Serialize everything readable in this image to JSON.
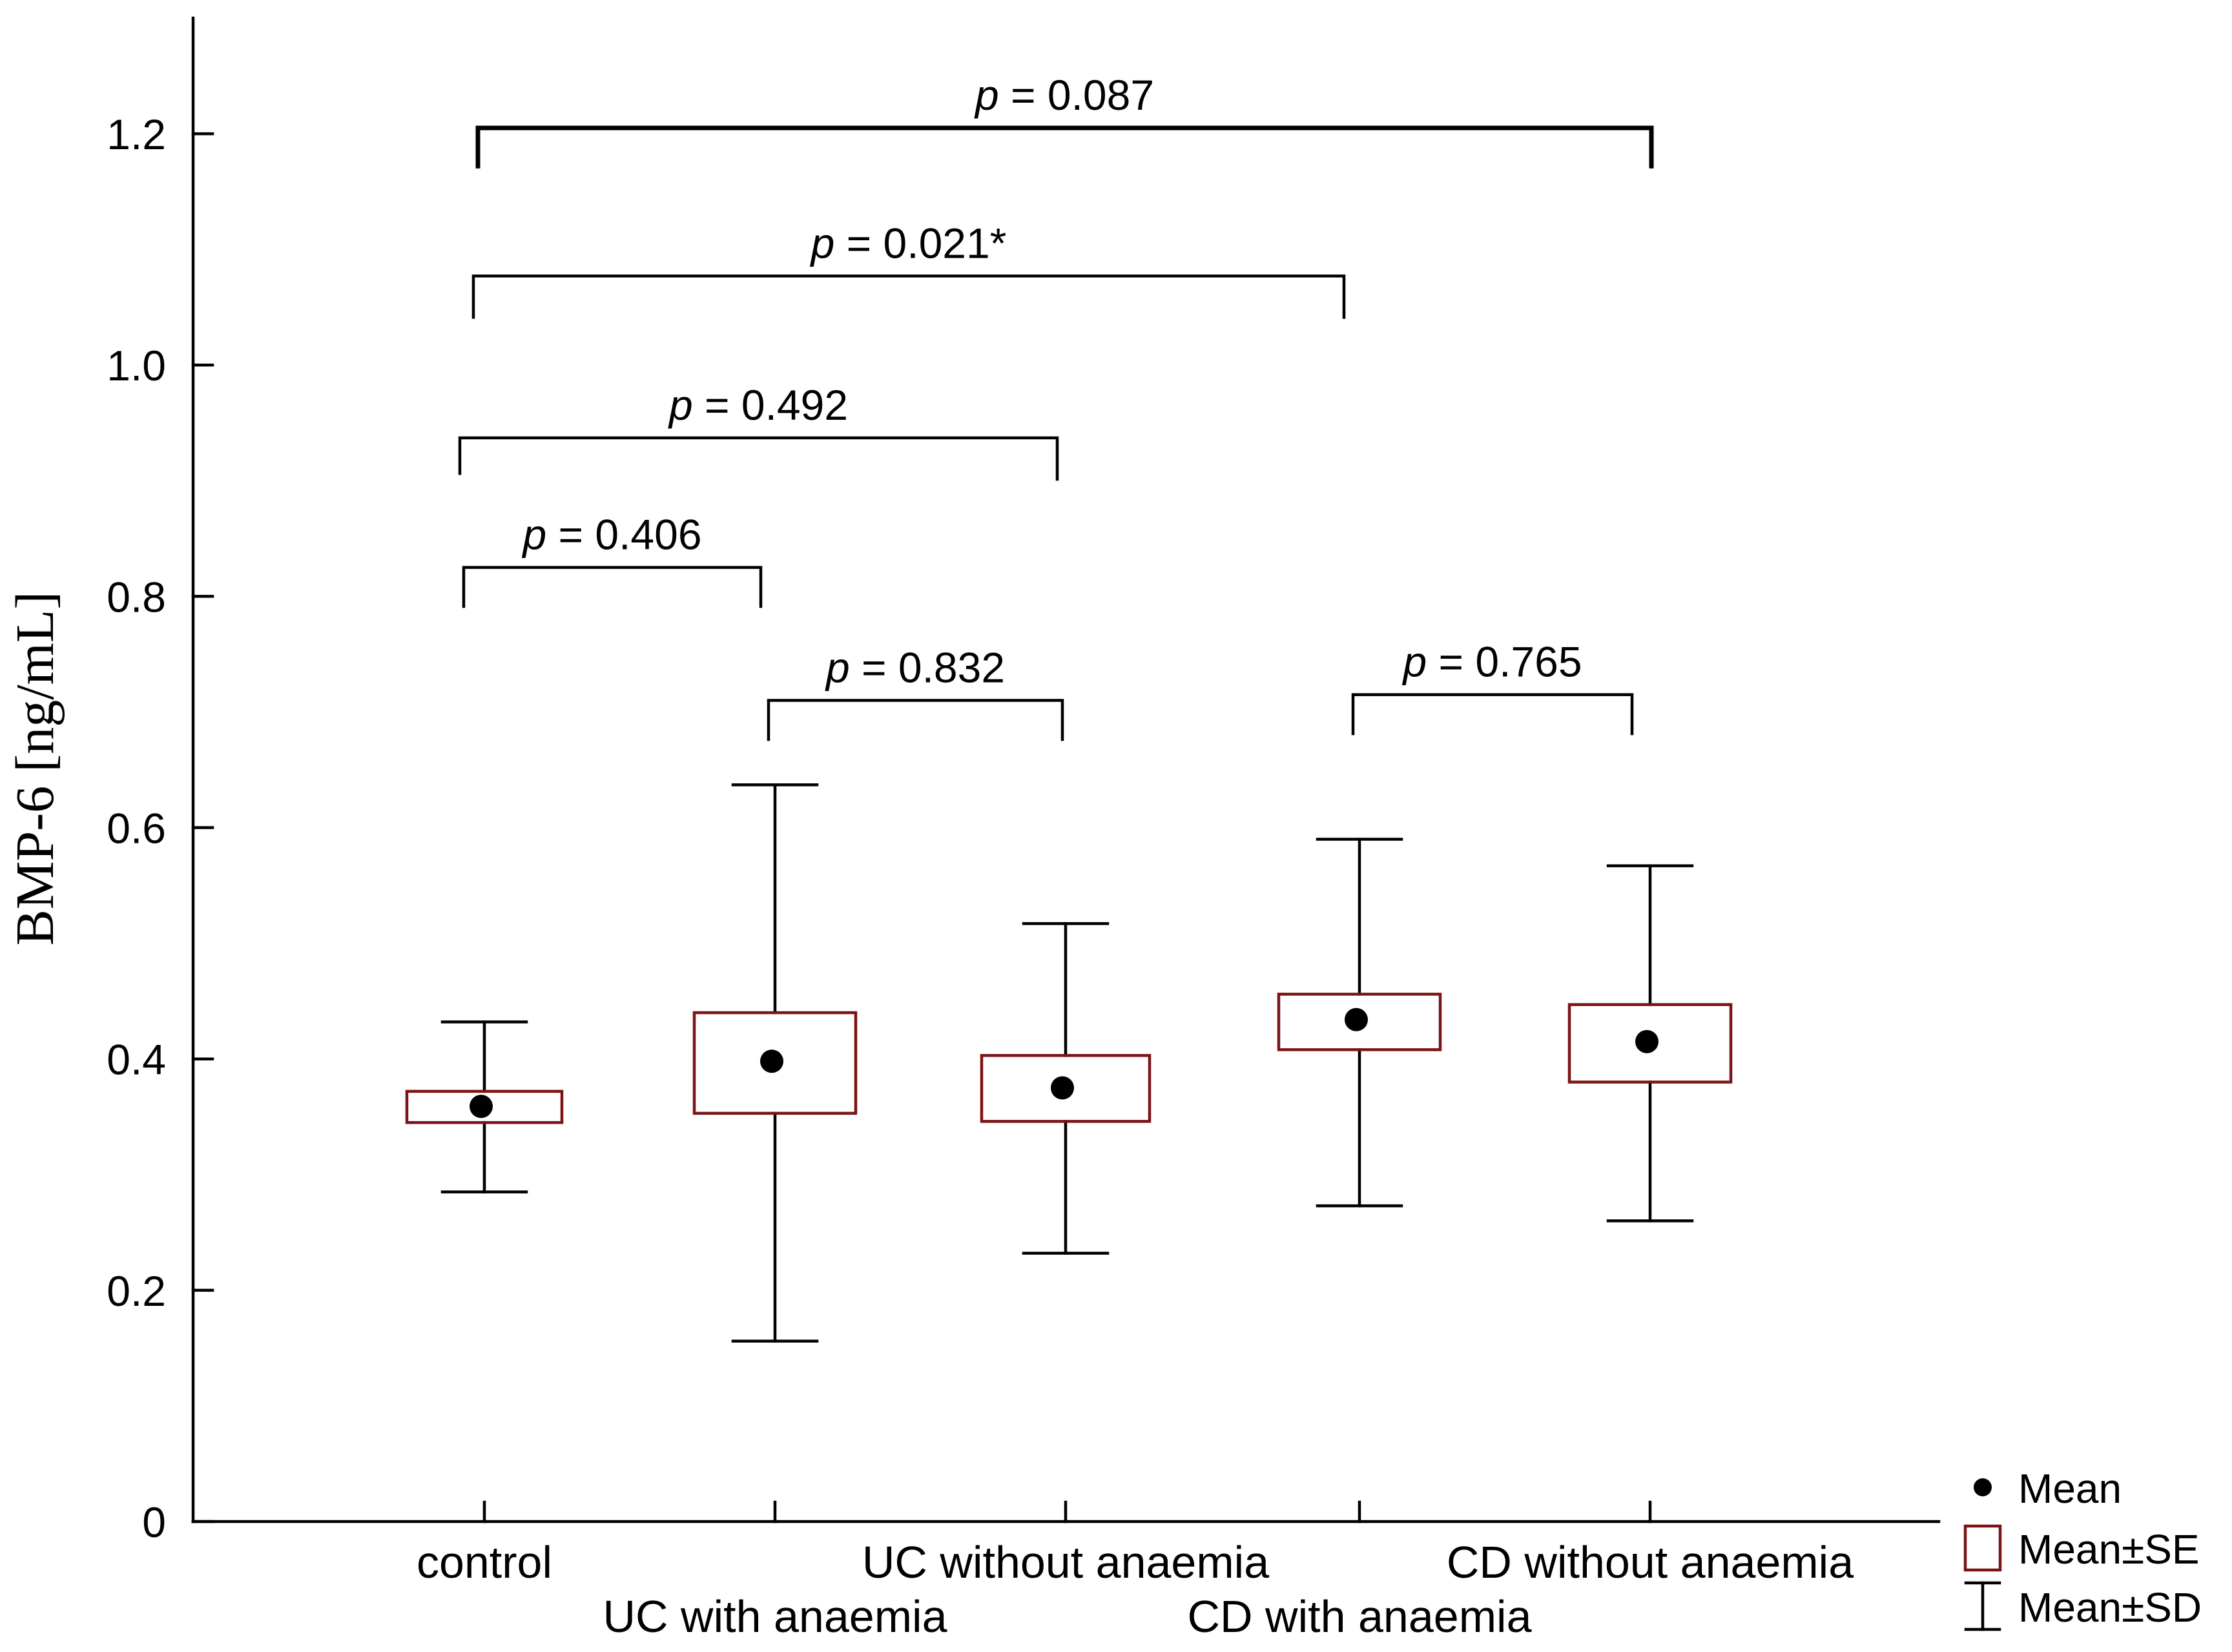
{
  "chart_data": {
    "type": "box",
    "ylabel": "BMP-6 [ng/mL]",
    "xlabel": "",
    "ylim": [
      0,
      1.3
    ],
    "yticks": [
      0,
      0.2,
      0.4,
      0.6,
      0.8,
      1.0,
      1.2
    ],
    "ytick_labels": [
      "0",
      "0.2",
      "0.4",
      "0.6",
      "0.8",
      "1.0",
      "1.2"
    ],
    "categories": [
      "control",
      "UC with anaemia",
      "UC without anaemia",
      "CD with anaemia",
      "CD without anaemia"
    ],
    "groups": [
      {
        "name": "control",
        "mean": 0.359,
        "se_low": 0.345,
        "se_high": 0.372,
        "sd_low": 0.285,
        "sd_high": 0.432
      },
      {
        "name": "UC with anaemia",
        "mean": 0.398,
        "se_low": 0.353,
        "se_high": 0.44,
        "sd_low": 0.156,
        "sd_high": 0.637
      },
      {
        "name": "UC without anaemia",
        "mean": 0.375,
        "se_low": 0.346,
        "se_high": 0.403,
        "sd_low": 0.232,
        "sd_high": 0.517
      },
      {
        "name": "CD with anaemia",
        "mean": 0.434,
        "se_low": 0.408,
        "se_high": 0.456,
        "sd_low": 0.273,
        "sd_high": 0.59
      },
      {
        "name": "CD without anaemia",
        "mean": 0.415,
        "se_low": 0.38,
        "se_high": 0.447,
        "sd_low": 0.26,
        "sd_high": 0.567
      }
    ],
    "comparisons": [
      {
        "from": 0,
        "to": 4,
        "label_prefix": "p",
        "label_value": " = 0.087",
        "y": 1.205,
        "drop_from": 1.17,
        "drop_to": 1.17
      },
      {
        "from": 0,
        "to": 3,
        "label_prefix": "p",
        "label_value": " = 0.021*",
        "y": 1.077,
        "drop_from": 1.04,
        "drop_to": 1.04
      },
      {
        "from": 0,
        "to": 2,
        "label_prefix": "p",
        "label_value": " = 0.492",
        "y": 0.937,
        "drop_from": 0.905,
        "drop_to": 0.9
      },
      {
        "from": 0,
        "to": 1,
        "label_prefix": "p",
        "label_value": " = 0.406",
        "y": 0.825,
        "drop_from": 0.79,
        "drop_to": 0.79
      },
      {
        "from": 1,
        "to": 2,
        "label_prefix": "p",
        "label_value": " = 0.832",
        "y": 0.71,
        "drop_from": 0.675,
        "drop_to": 0.675
      },
      {
        "from": 3,
        "to": 4,
        "label_prefix": "p",
        "label_value": " = 0.765",
        "y": 0.715,
        "drop_from": 0.68,
        "drop_to": 0.68
      }
    ],
    "legend": {
      "position": "bottom-right",
      "items": [
        {
          "label": "Mean",
          "symbol": "dot"
        },
        {
          "label": "Mean±SE",
          "symbol": "box"
        },
        {
          "label": "Mean±SD",
          "symbol": "whisker"
        }
      ]
    },
    "colors": {
      "box": "#7b1416",
      "whisker": "#000000",
      "mean": "#000000"
    },
    "grid": false
  }
}
